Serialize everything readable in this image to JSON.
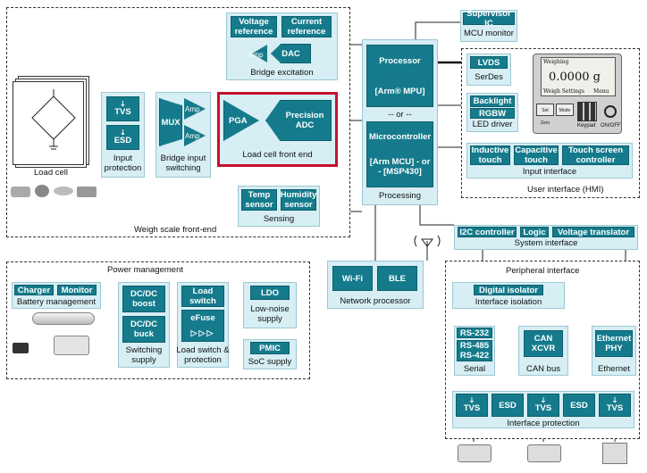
{
  "regions": {
    "weigh_front_end": "Weigh scale front-end",
    "power_management": "Power management",
    "user_interface": "User interface (HMI)",
    "peripheral_interface": "Peripheral interface"
  },
  "bridge": {
    "voltage_ref": "Voltage reference",
    "current_ref": "Current reference",
    "amp": "Amp",
    "dac": "DAC",
    "label": "Bridge excitation"
  },
  "load_cell": {
    "label": "Load cell"
  },
  "input_protection": {
    "tvs": "TVS",
    "esd": "ESD",
    "label": "Input protection"
  },
  "bridge_switch": {
    "mux": "MUX",
    "amp1": "Amp",
    "amp2": "Amp",
    "label": "Bridge input switching"
  },
  "lc_front_end": {
    "pga": "PGA",
    "adc": "Precision ADC",
    "label": "Load cell front end"
  },
  "sensing": {
    "temp": "Temp sensor",
    "humidity": "Humidity sensor",
    "label": "Sensing"
  },
  "processing": {
    "processor": "Processor",
    "mpu": "[Arm® MPU]",
    "or": "-- or --",
    "mcu_title": "Microcontroller",
    "mcu": "[Arm MCU] - or - [MSP430]",
    "label": "Processing"
  },
  "supervisor": {
    "tile": "Supervisor IC",
    "label": "MCU monitor"
  },
  "serdes": {
    "tile": "LVDS",
    "label": "SerDes"
  },
  "led": {
    "backlight": "Backlight",
    "rgbw": "RGBW",
    "label": "LED driver"
  },
  "input_if": {
    "inductive": "Inductive touch",
    "capacitive": "Capacitive touch",
    "touch": "Touch screen controller",
    "label": "Input interface"
  },
  "display": {
    "weighing": "Weighing",
    "reading": "0.0000 g",
    "settings": "Weigh Settings",
    "menu": "Menu",
    "setzero": "Set Zero",
    "mode": "Mode",
    "keypad": "Keypad",
    "onoff": "ON/OFF"
  },
  "system_if": {
    "i2c": "I2C controller",
    "logic": "Logic",
    "translator": "Voltage translator",
    "label": "System interface"
  },
  "network": {
    "wifi": "Wi-Fi",
    "ble": "BLE",
    "label": "Network processor"
  },
  "battery": {
    "charger": "Charger",
    "monitor": "Monitor",
    "label": "Battery management"
  },
  "switching": {
    "boost": "DC/DC boost",
    "buck": "DC/DC buck",
    "label": "Switching supply"
  },
  "load_switch": {
    "tile": "Load switch",
    "efuse": "eFuse",
    "label": "Load switch & protection"
  },
  "ldo": {
    "tile": "LDO",
    "label": "Low-noise supply"
  },
  "pmic": {
    "tile": "PMIC",
    "label": "SoC supply"
  },
  "isolation": {
    "tile": "Digital isolator",
    "label": "Interface isolation"
  },
  "serial": {
    "rs232": "RS-232",
    "rs485": "RS-485 RS-422",
    "label": "Serial"
  },
  "can": {
    "tile": "CAN XCVR",
    "label": "CAN bus"
  },
  "ethernet": {
    "tile": "Ethernet PHY",
    "label": "Ethernet"
  },
  "iface_prot": {
    "tvs1": "TVS",
    "esd1": "ESD",
    "tvs2": "TVS",
    "esd2": "ESD",
    "tvs3": "TVS",
    "label": "Interface protection"
  },
  "colors": {
    "tile": "#157b8c",
    "panel": "#d6eef4",
    "highlight": "#c8102e"
  }
}
